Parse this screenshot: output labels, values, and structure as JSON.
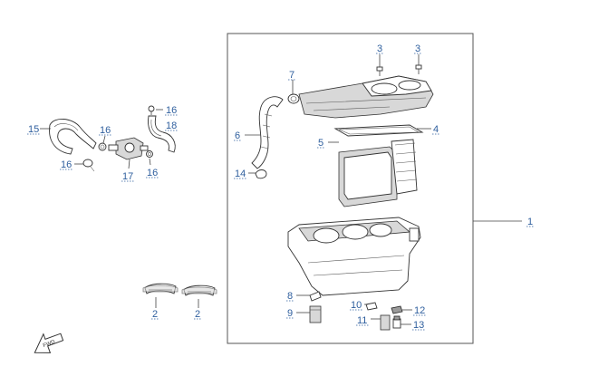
{
  "diagram": {
    "arrow_label": "FWD",
    "callouts": {
      "c1": "1",
      "c2a": "2",
      "c2b": "2",
      "c3a": "3",
      "c3b": "3",
      "c4": "4",
      "c5": "5",
      "c6": "6",
      "c7": "7",
      "c8": "8",
      "c9": "9",
      "c10": "10",
      "c11": "11",
      "c12": "12",
      "c13": "13",
      "c14": "14",
      "c15": "15",
      "c16a": "16",
      "c16b": "16",
      "c16c": "16",
      "c16d": "16",
      "c17": "17",
      "c18": "18"
    }
  },
  "colors": {
    "callout_text": "#2f5f9e",
    "line": "#333333",
    "shade": "#d8d8d8"
  }
}
